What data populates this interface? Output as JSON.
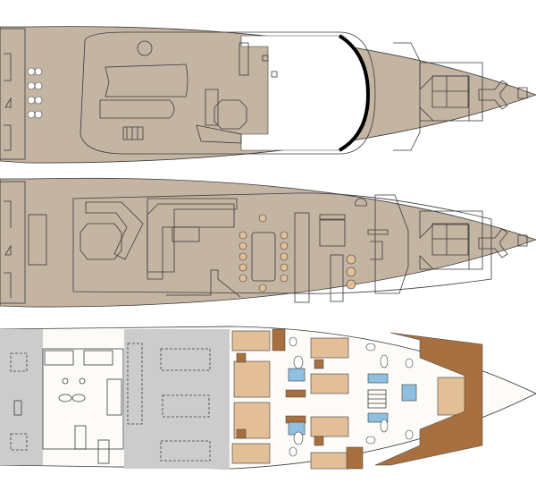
{
  "colors": {
    "deck": "#c4b4a2",
    "interior": "#ffffff",
    "wood": "#a8703f",
    "bed": "#e3bf98",
    "service": "#cccccc",
    "glass": "#8fc0e0",
    "outline": "#3a3a3a"
  },
  "decks": [
    {
      "id": "sun-deck"
    },
    {
      "id": "main-deck"
    },
    {
      "id": "lower-deck"
    }
  ]
}
